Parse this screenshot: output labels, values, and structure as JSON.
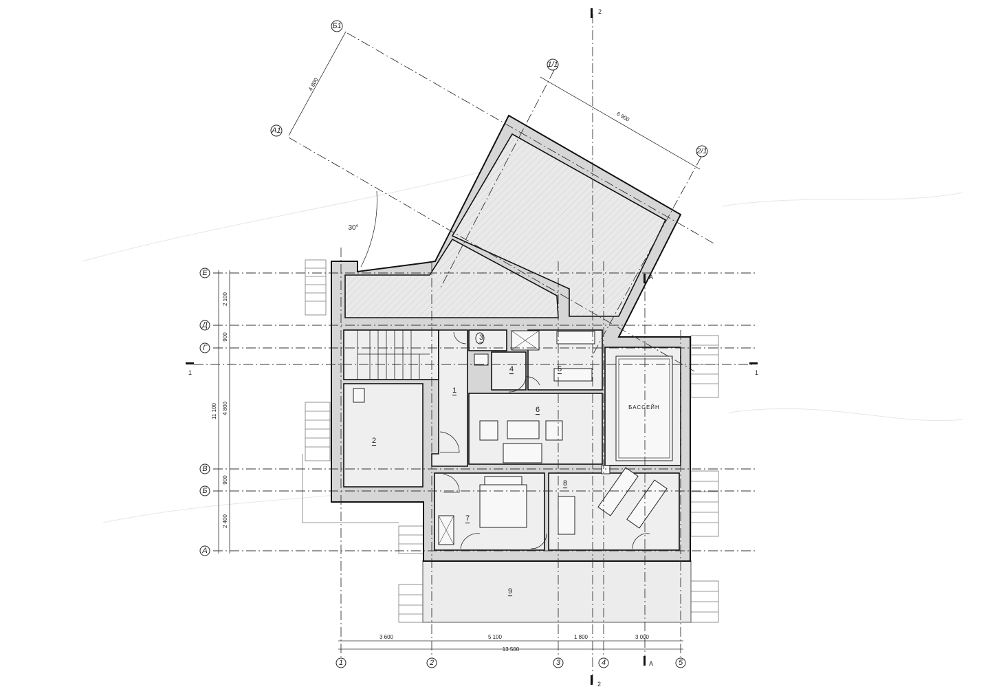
{
  "axes": {
    "horizontal": [
      "Е",
      "Д",
      "Г",
      "В",
      "Б",
      "А"
    ],
    "vertical": [
      "1",
      "2",
      "3",
      "4",
      "5"
    ],
    "rotated": [
      "А1",
      "Б1",
      "1/1",
      "2/1"
    ]
  },
  "dimensions": {
    "bottom": [
      "3 600",
      "5 100",
      "1 800",
      "3 000"
    ],
    "bottom_total": "13 500",
    "left": [
      "2 100",
      "900",
      "4 800",
      "900",
      "2 400"
    ],
    "left_total": "11 100",
    "rotated_width": "6 900",
    "rotated_depth": "4 800",
    "angle": "30°"
  },
  "rooms": [
    "1",
    "2",
    "3",
    "4",
    "5",
    "6",
    "7",
    "8",
    "9"
  ],
  "pool_label": "БАССЕЙН",
  "sections": {
    "s1": "1",
    "s2": "2",
    "sA": "А"
  },
  "colors": {
    "wall": "#d6d6d6",
    "room": "#efefef",
    "line": "#111111"
  }
}
